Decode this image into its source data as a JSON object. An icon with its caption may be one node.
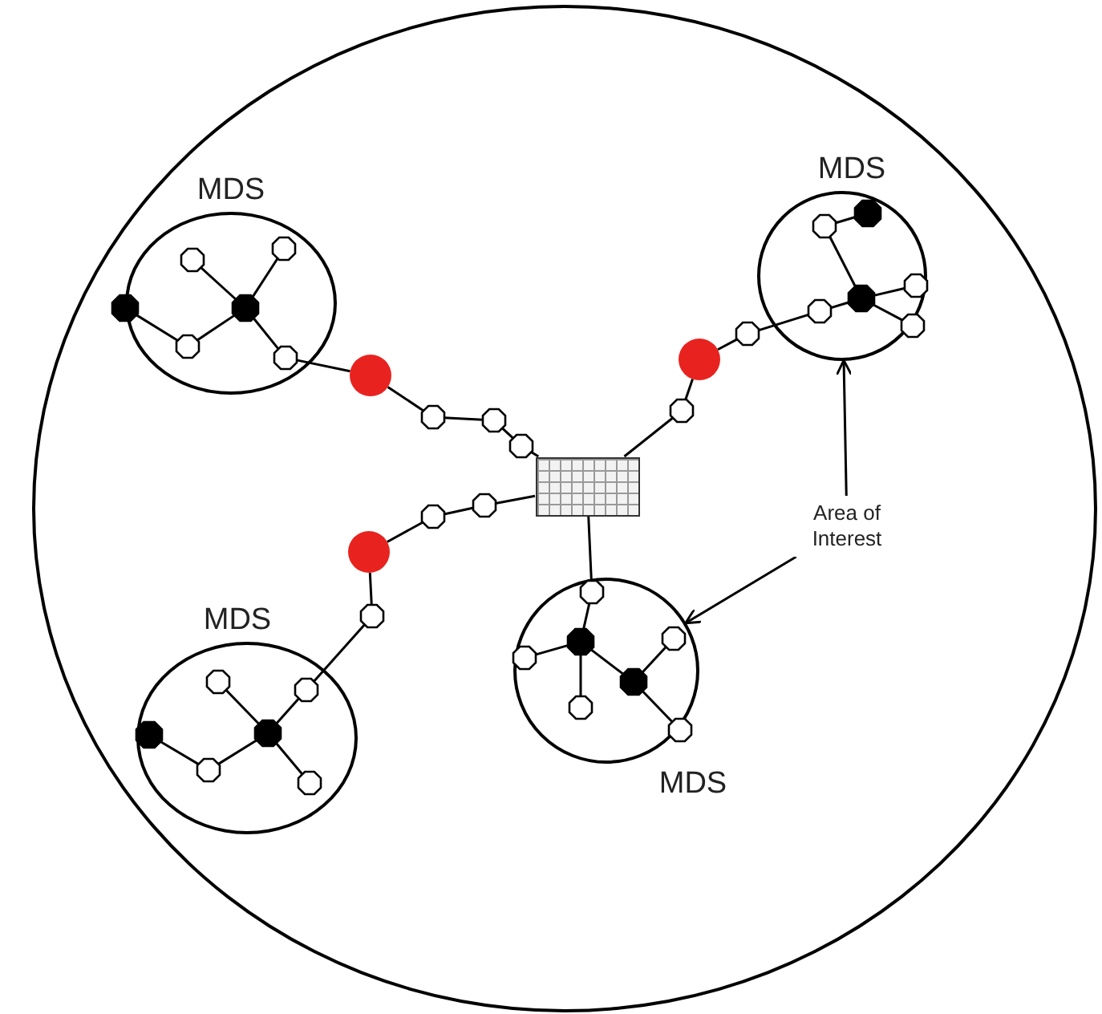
{
  "diagram": {
    "nodes": [
      {
        "text": [],
        "shape": "ellipse"
      },
      {
        "text": [
          "MDS"
        ],
        "in": 0
      },
      {
        "text": [
          "MDS"
        ],
        "in": 0
      },
      {
        "text": [],
        "shape": "octagon",
        "in": 1
      },
      {
        "text": [],
        "shape": "octagon",
        "in": 1
      },
      {
        "text": [],
        "shape": "dot",
        "in": 0
      },
      {
        "text": [],
        "shape": "dot",
        "in": 1
      },
      {
        "text": [],
        "shape": "octagon",
        "in": 1
      },
      {
        "text": [],
        "shape": "octagon",
        "in": 1
      },
      {
        "text": [],
        "shape": "octagon",
        "in": 2
      },
      {
        "text": [],
        "shape": "dot",
        "in": 2
      },
      {
        "text": [],
        "shape": "dot",
        "in": 2
      },
      {
        "text": [],
        "shape": "octagon",
        "in": 2
      },
      {
        "text": [],
        "shape": "octagon",
        "in": 2
      },
      {
        "text": [],
        "shape": "octagon",
        "in": 2
      },
      {
        "text": [],
        "shape": "octagon",
        "in": 0
      },
      {
        "text": [],
        "shape": "circle",
        "in": 0
      },
      {
        "text": [],
        "shape": "circle",
        "in": 0
      },
      {
        "text": [],
        "shape": "octagon",
        "in": 0
      },
      {
        "text": [],
        "shape": "octagon",
        "in": 0
      },
      {
        "text": [],
        "shape": "octagon",
        "in": 0
      },
      {
        "text": [],
        "shape": "octagon",
        "in": 0
      },
      {
        "text": [],
        "shape": "grid",
        "in": 0
      },
      {
        "text": [],
        "shape": "octagon",
        "in": 0
      },
      {
        "text": [],
        "shape": "octagon",
        "in": 0
      },
      {
        "text": [
          "Area of Interest"
        ],
        "in": 0
      },
      {
        "text": [],
        "shape": "circle",
        "in": 0
      },
      {
        "text": [
          "MDS"
        ],
        "in": 0
      },
      {
        "text": [],
        "shape": "octagon",
        "in": 27
      },
      {
        "text": [
          "MDS"
        ],
        "in": 0
      },
      {
        "text": [],
        "shape": "octagon",
        "in": 0
      },
      {
        "text": [],
        "shape": "dot",
        "in": 27
      },
      {
        "text": [],
        "shape": "octagon",
        "in": 27
      },
      {
        "text": [],
        "shape": "octagon",
        "in": 27
      },
      {
        "text": [],
        "shape": "octagon",
        "in": 29
      },
      {
        "text": [],
        "shape": "octagon",
        "in": 29
      },
      {
        "text": [],
        "shape": "dot",
        "in": 27
      },
      {
        "text": [],
        "shape": "octagon",
        "in": 27
      },
      {
        "text": [],
        "shape": "octagon",
        "in": 27
      },
      {
        "text": [],
        "shape": "dot",
        "in": 29
      },
      {
        "text": [],
        "shape": "dot",
        "in": 29
      },
      {
        "text": [],
        "shape": "octagon",
        "in": 29
      },
      {
        "text": [],
        "shape": "octagon",
        "in": 29
      }
    ],
    "edges": [
      {
        "from": 5,
        "to": 7,
        "arrow": "none"
      },
      {
        "from": 7,
        "to": 6,
        "arrow": "none"
      },
      {
        "from": 6,
        "to": 3,
        "arrow": "none"
      },
      {
        "from": 6,
        "to": 4,
        "arrow": "none"
      },
      {
        "from": 6,
        "to": 8,
        "arrow": "none"
      },
      {
        "from": 8,
        "to": 17,
        "arrow": "none"
      },
      {
        "from": 17,
        "to": 19,
        "arrow": "none"
      },
      {
        "from": 19,
        "to": 20,
        "arrow": "none"
      },
      {
        "from": 20,
        "to": 21,
        "arrow": "none"
      },
      {
        "from": 21,
        "to": 22,
        "arrow": "none"
      },
      {
        "from": 9,
        "to": 10,
        "arrow": "none"
      },
      {
        "from": 9,
        "to": 11,
        "arrow": "none"
      },
      {
        "from": 11,
        "to": 12,
        "arrow": "none"
      },
      {
        "from": 11,
        "to": 13,
        "arrow": "none"
      },
      {
        "from": 11,
        "to": 14,
        "arrow": "none"
      },
      {
        "from": 14,
        "to": 15,
        "arrow": "none"
      },
      {
        "from": 15,
        "to": 16,
        "arrow": "none"
      },
      {
        "from": 16,
        "to": 18,
        "arrow": "none"
      },
      {
        "from": 18,
        "to": 22,
        "arrow": "none"
      },
      {
        "from": 39,
        "to": 41,
        "arrow": "none"
      },
      {
        "from": 41,
        "to": 40,
        "arrow": "none"
      },
      {
        "from": 40,
        "to": 34,
        "arrow": "none"
      },
      {
        "from": 40,
        "to": 35,
        "arrow": "none"
      },
      {
        "from": 35,
        "to": 30,
        "arrow": "none"
      },
      {
        "from": 40,
        "to": 42,
        "arrow": "none"
      },
      {
        "from": 30,
        "to": 26,
        "arrow": "none"
      },
      {
        "from": 26,
        "to": 24,
        "arrow": "none"
      },
      {
        "from": 24,
        "to": 23,
        "arrow": "none"
      },
      {
        "from": 23,
        "to": 22,
        "arrow": "none"
      },
      {
        "from": 22,
        "to": 28,
        "arrow": "none"
      },
      {
        "from": 28,
        "to": 31,
        "arrow": "none"
      },
      {
        "from": 31,
        "to": 33,
        "arrow": "none"
      },
      {
        "from": 31,
        "to": 37,
        "arrow": "none"
      },
      {
        "from": 31,
        "to": 36,
        "arrow": "none"
      },
      {
        "from": 36,
        "to": 32,
        "arrow": "none"
      },
      {
        "from": 36,
        "to": 38,
        "arrow": "none"
      },
      {
        "from": 25,
        "to": 2,
        "arrow": "to"
      },
      {
        "from": 25,
        "to": 27,
        "arrow": "to"
      }
    ]
  }
}
